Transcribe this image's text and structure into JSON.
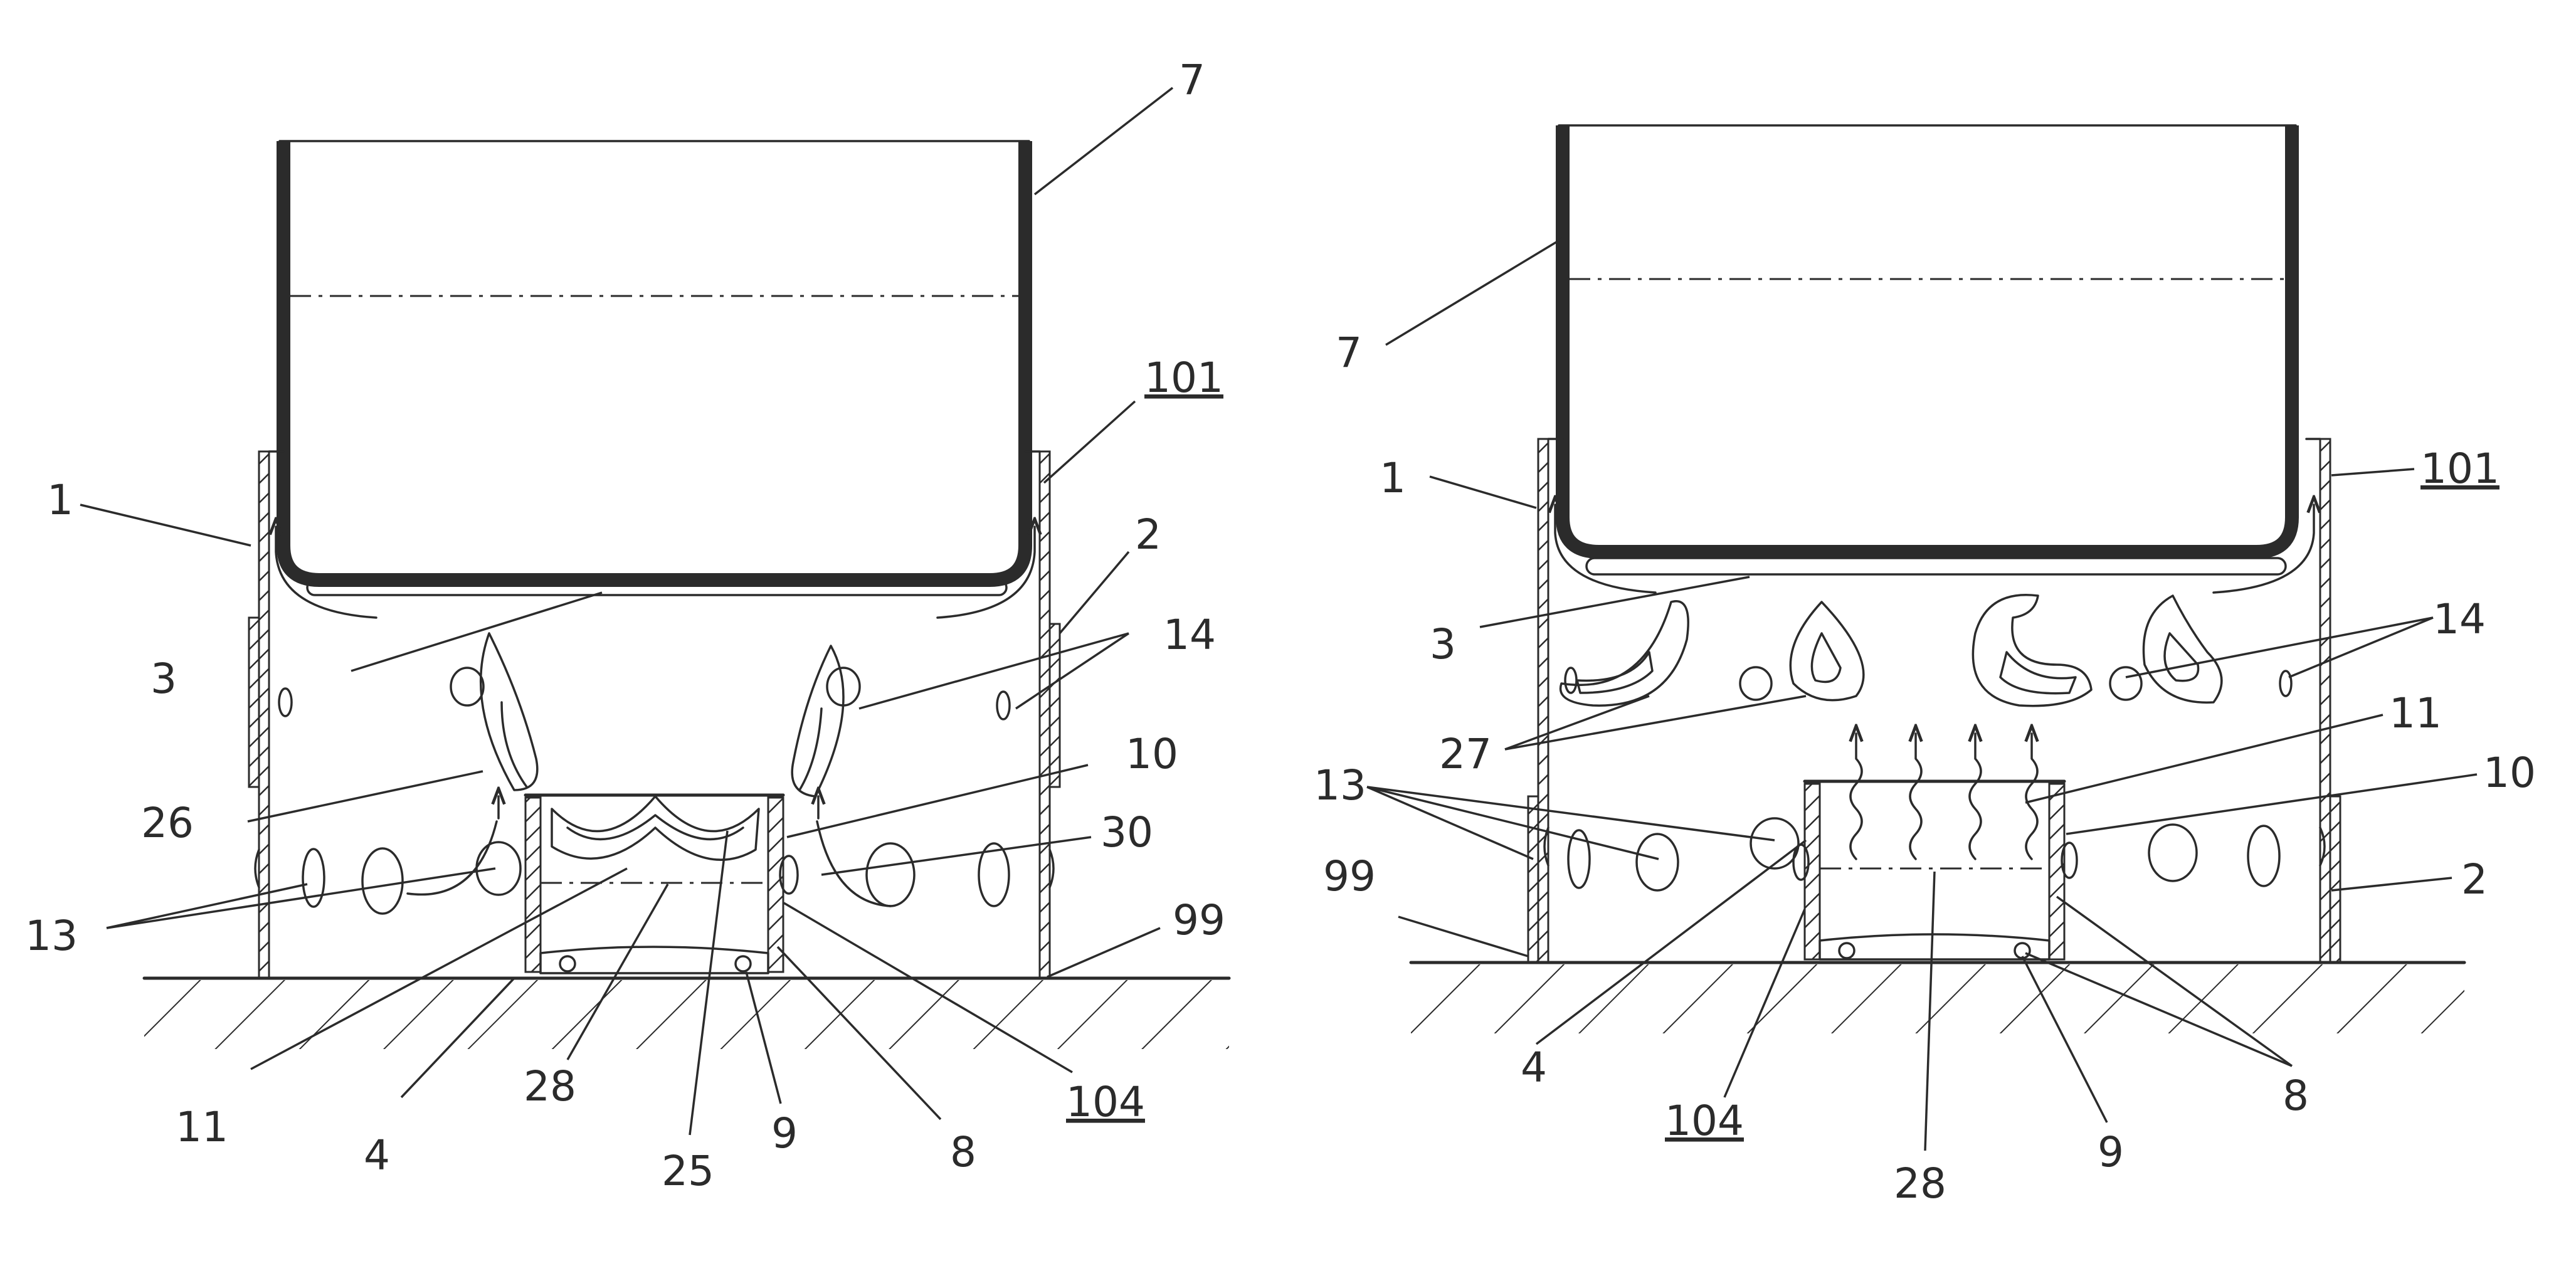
{
  "figures": [
    {
      "labels": {
        "l7": "7",
        "l101": "101",
        "l1": "1",
        "l2": "2",
        "l3": "3",
        "l14": "14",
        "l26": "26",
        "l10": "10",
        "l30": "30",
        "l13": "13",
        "l99": "99",
        "l11": "11",
        "l4": "4",
        "l28": "28",
        "l25": "25",
        "l9": "9",
        "l8": "8",
        "l104": "104"
      }
    },
    {
      "labels": {
        "l7": "7",
        "l1": "1",
        "l101": "101",
        "l3": "3",
        "l14": "14",
        "l27": "27",
        "l11": "11",
        "l13": "13",
        "l10": "10",
        "l99": "99",
        "l2": "2",
        "l4": "4",
        "l104": "104",
        "l8": "8",
        "l9": "9",
        "l28": "28"
      }
    }
  ],
  "colors": {
    "ink": "#2b2b2b",
    "paper": "#ffffff"
  }
}
